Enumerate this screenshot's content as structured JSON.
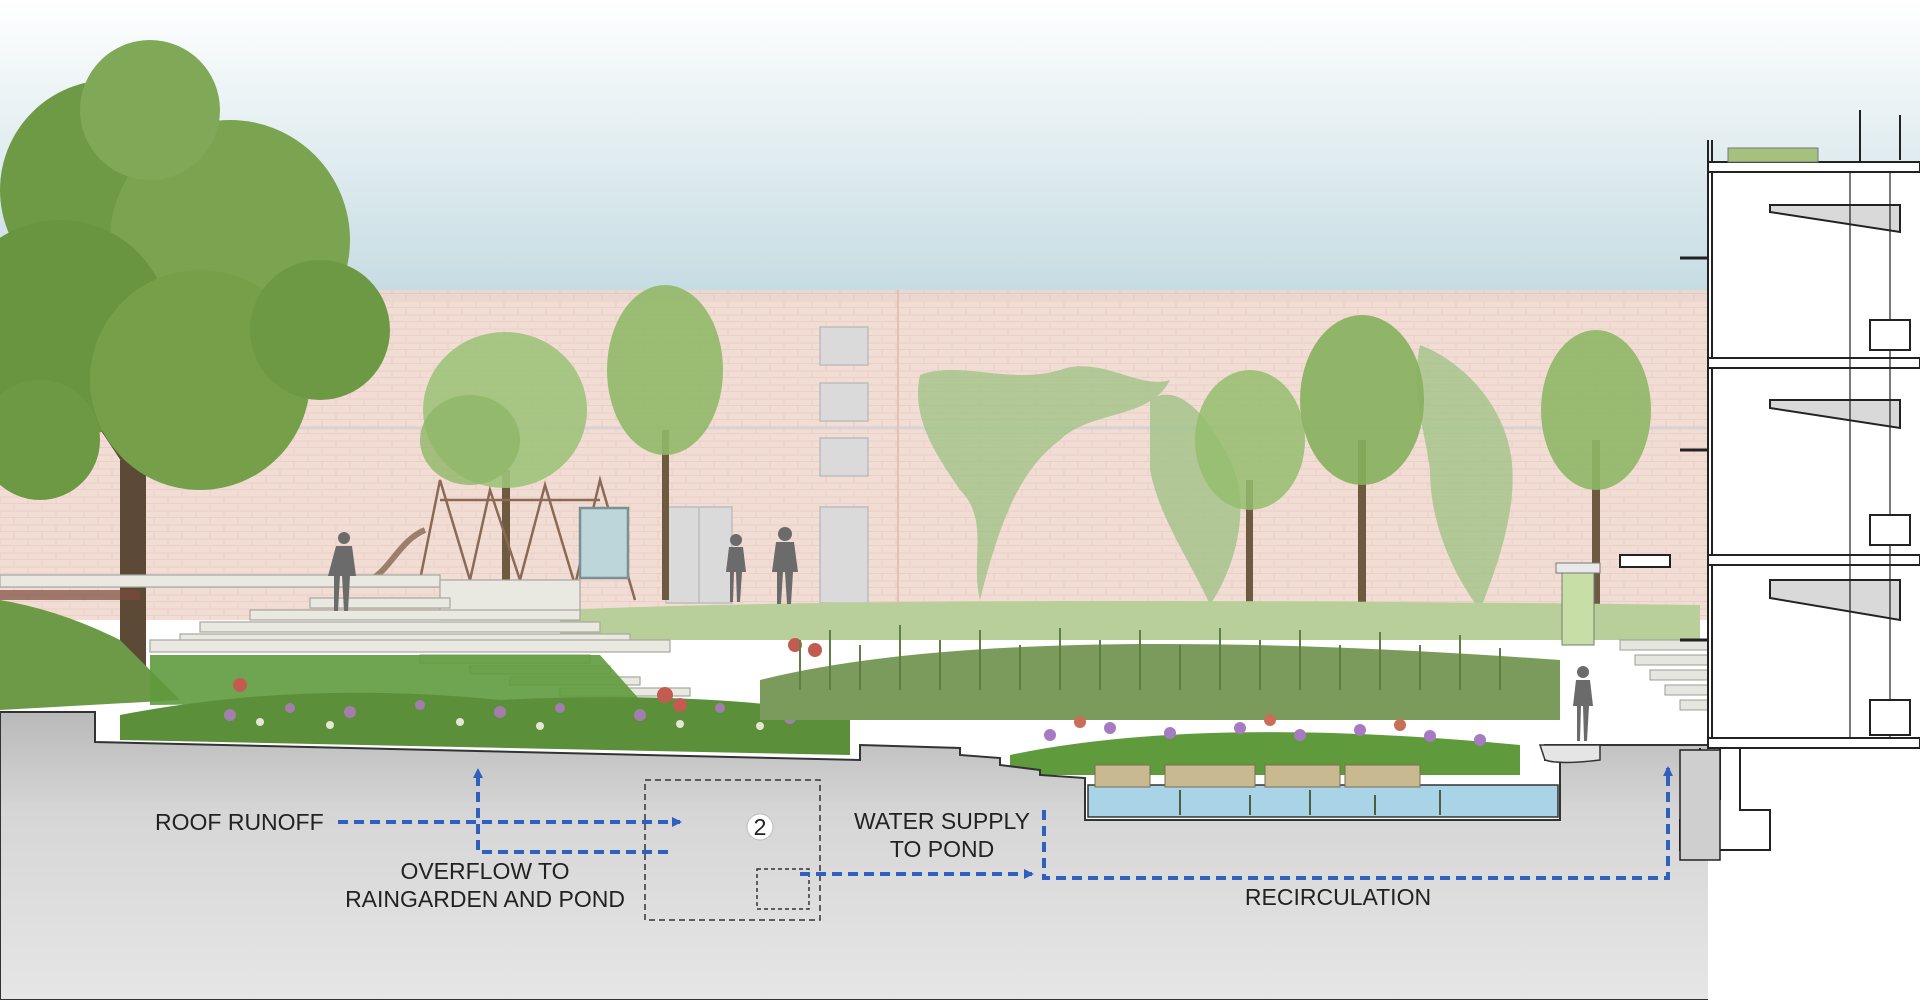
{
  "labels": {
    "roof_runoff": "ROOF RUNOFF",
    "overflow_line1": "OVERFLOW TO",
    "overflow_line2": "RAINGARDEN AND POND",
    "water_supply_line1": "WATER SUPPLY",
    "water_supply_line2": "TO POND",
    "recirculation": "RECIRCULATION",
    "tank_number": "2"
  },
  "colors": {
    "flow_arrow": "#2f5fbf",
    "sky_top": "#ffffff",
    "sky_bottom": "#c4dbe2",
    "brick_wall": "#f0d7cd",
    "ground": "#c9c9c9",
    "pond_water": "#a9d3e6",
    "tree_canopy": "#6f9a45"
  },
  "icons": [
    "tree-icon",
    "person-icon",
    "building-section-icon",
    "flow-arrow-icon"
  ]
}
